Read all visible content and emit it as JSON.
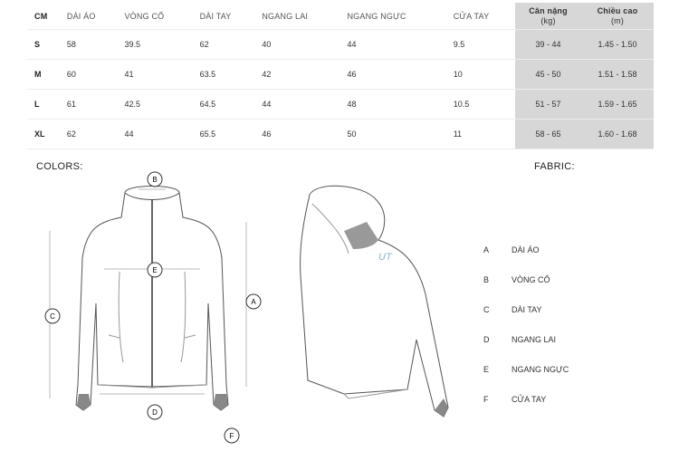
{
  "table": {
    "headers": [
      "CM",
      "DÀI ÁO",
      "VÒNG CỔ",
      "DÀI TAY",
      "NGANG LAI",
      "NGANG NGỰC",
      "CỬA TAY"
    ],
    "fit_headers": [
      {
        "title": "Cân nặng",
        "unit": "(kg)"
      },
      {
        "title": "Chiều cao",
        "unit": "(m)"
      }
    ],
    "rows": [
      {
        "size": "S",
        "values": [
          "58",
          "39.5",
          "62",
          "40",
          "44",
          "9.5"
        ],
        "weight": "39 - 44",
        "height": "1.45 - 1.50"
      },
      {
        "size": "M",
        "values": [
          "60",
          "41",
          "63.5",
          "42",
          "46",
          "10"
        ],
        "weight": "45 - 50",
        "height": "1.51 - 1.58"
      },
      {
        "size": "L",
        "values": [
          "61",
          "42.5",
          "64.5",
          "44",
          "48",
          "10.5"
        ],
        "weight": "51 - 57",
        "height": "1.59 - 1.65"
      },
      {
        "size": "XL",
        "values": [
          "62",
          "44",
          "65.5",
          "46",
          "50",
          "11"
        ],
        "weight": "58 - 65",
        "height": "1.60 - 1.68"
      }
    ]
  },
  "colors_label": "COLORS:",
  "fabric_label": "FABRIC:",
  "markers": {
    "a": "A",
    "b": "B",
    "c": "C",
    "d": "D",
    "e": "E",
    "f": "F"
  },
  "logo_text": "UT",
  "legend": [
    {
      "letter": "A",
      "label": "DÀI ÁO"
    },
    {
      "letter": "B",
      "label": "VÒNG CỔ"
    },
    {
      "letter": "C",
      "label": "DÀI TAY"
    },
    {
      "letter": "D",
      "label": "NGANG LAI"
    },
    {
      "letter": "E",
      "label": "NGANG NGỰC"
    },
    {
      "letter": "F",
      "label": "CỬA TAY"
    }
  ]
}
